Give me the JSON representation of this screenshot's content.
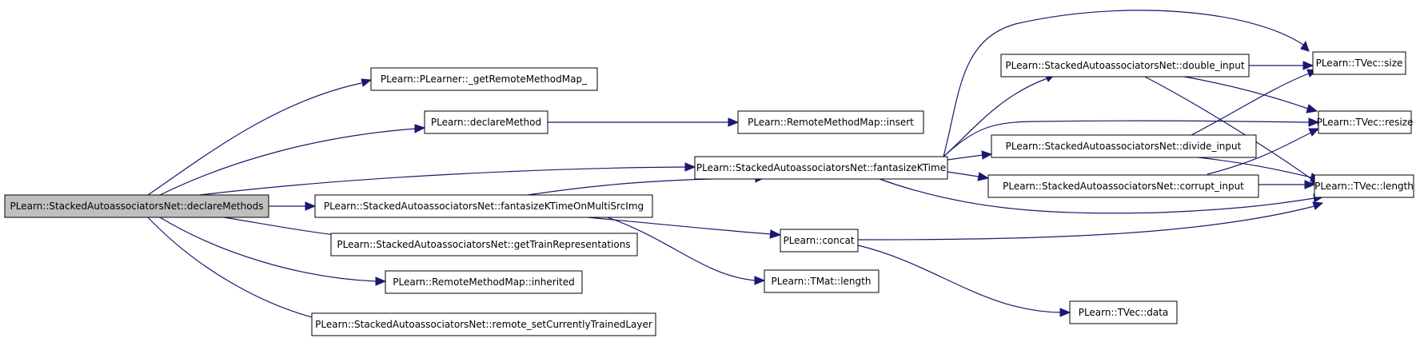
{
  "graph": {
    "colors": {
      "edge": "#191970",
      "root_fill": "#bfbfbf",
      "node_fill": "#ffffff"
    },
    "nodes": {
      "root": "PLearn::StackedAutoassociatorsNet::declareMethods",
      "get_remote_method_map": "PLearn::PLearner::_getRemoteMethodMap_",
      "declare_method": "PLearn::declareMethod",
      "remote_method_map_insert": "PLearn::RemoteMethodMap::insert",
      "fantasize_k_time": "PLearn::StackedAutoassociatorsNet::fantasizeKTime",
      "fantasize_k_time_multi": "PLearn::StackedAutoassociatorsNet::fantasizeKTimeOnMultiSrcImg",
      "get_train_representations": "PLearn::StackedAutoassociatorsNet::getTrainRepresentations",
      "remote_method_map_inherited": "PLearn::RemoteMethodMap::inherited",
      "remote_set_currently_trained_layer": "PLearn::StackedAutoassociatorsNet::remote_setCurrentlyTrainedLayer",
      "concat": "PLearn::concat",
      "tmat_length": "PLearn::TMat::length",
      "tvec_data": "PLearn::TVec::data",
      "double_input": "PLearn::StackedAutoassociatorsNet::double_input",
      "divide_input": "PLearn::StackedAutoassociatorsNet::divide_input",
      "corrupt_input": "PLearn::StackedAutoassociatorsNet::corrupt_input",
      "tvec_size": "PLearn::TVec::size",
      "tvec_resize": "PLearn::TVec::resize",
      "tvec_length": "PLearn::TVec::length"
    }
  }
}
